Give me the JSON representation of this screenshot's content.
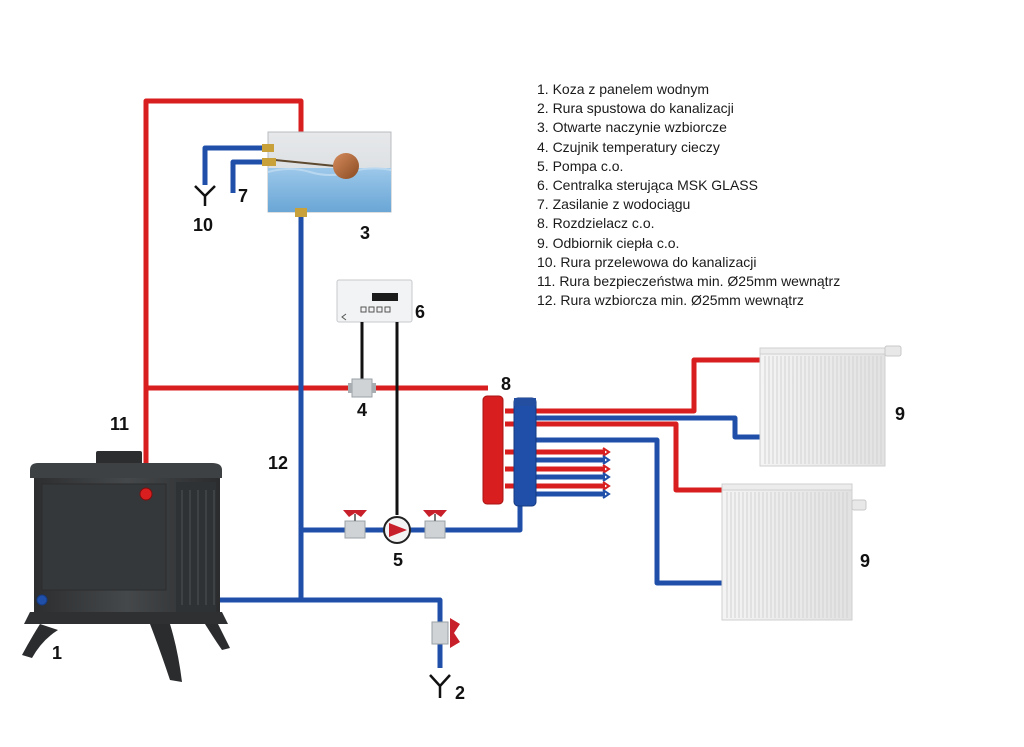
{
  "legend": [
    "1. Koza z panelem wodnym",
    "2. Rura spustowa do kanalizacji",
    "3. Otwarte naczynie wzbiorcze",
    "4. Czujnik temperatury cieczy",
    "5. Pompa c.o.",
    "6. Centralka sterująca MSK GLASS",
    "7. Zasilanie z wodociągu",
    "8. Rozdzielacz c.o.",
    "9. Odbiornik ciepła c.o.",
    "10. Rura przelewowa do kanalizacji",
    "11. Rura bezpieczeństwa min. Ø25mm wewnątrz",
    "12. Rura wzbiorcza min. Ø25mm wewnątrz"
  ],
  "labels": {
    "stove": "1",
    "drain": "2",
    "tank": "3",
    "sensor": "4",
    "pump": "5",
    "controller": "6",
    "water_supply": "7",
    "manifold": "8",
    "radiator_top": "9",
    "radiator_bottom": "9",
    "overflow": "10",
    "safety_pipe": "11",
    "expansion_pipe": "12"
  },
  "colors": {
    "supply_pipe": "#d81e1e",
    "return_pipe": "#1f4fa8",
    "stove": "#3a3c3e",
    "water": "#7fb6e0",
    "valve_handle": "#c8202a",
    "signal_wire": "#111111"
  },
  "icons": {
    "drain_symbol": "y-drain-icon",
    "valve": "valve-icon",
    "pump": "pump-icon",
    "float": "float-ball-icon"
  }
}
